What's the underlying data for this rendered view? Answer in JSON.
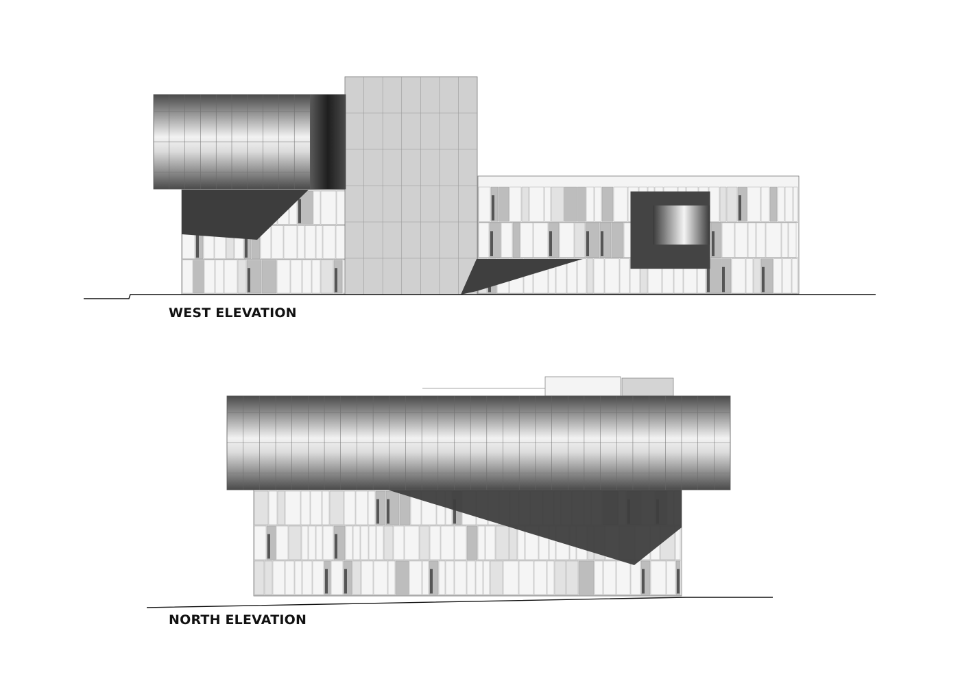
{
  "elevations": [
    {
      "id": "west",
      "title": "WEST ELEVATION"
    },
    {
      "id": "north",
      "title": "NORTH ELEVATION"
    }
  ],
  "colors": {
    "line": "#666666",
    "ground": "#111111",
    "panel_light": "#f4f4f4",
    "panel_mid": "#bdbdbd",
    "panel_dark": "#7a7a7a",
    "shadow": "#3e3e3e",
    "tower": "#cfcfcf"
  }
}
